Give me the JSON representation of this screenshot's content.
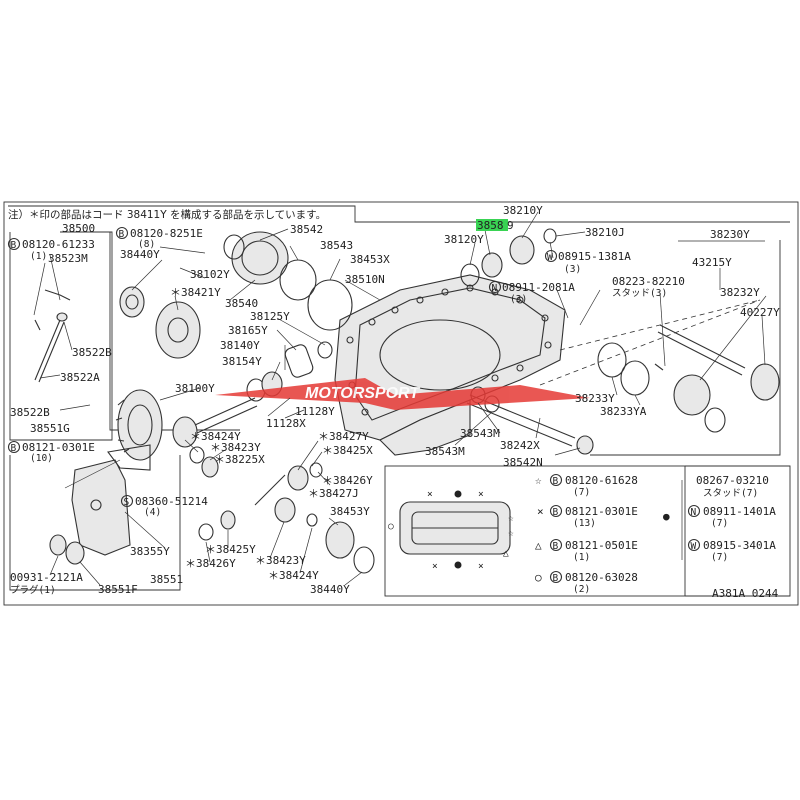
{
  "note": "注）＊印の部品はコード 38411Y を構成する部品を示しています。",
  "highlight_label": "3858",
  "diagram_code": "A381A 0244",
  "watermark": "MOTORSPORT",
  "labels": {
    "l38500": "38500",
    "l08120_61233": "08120-61233",
    "l08120_61233_q": "(1)",
    "l38523M": "38523M",
    "l38522B_a": "38522B",
    "l38522A": "38522A",
    "l38522B_b": "38522B",
    "l38551G": "38551G",
    "l08120_8251E": "08120-8251E",
    "l08120_8251E_q": "(8)",
    "l38440Y_top": "38440Y",
    "l38102Y": "38102Y",
    "l38421Y": "＊38421Y",
    "l38542": "38542",
    "l38543": "38543",
    "l38453X": "38453X",
    "l38510N": "38510N",
    "l38540": "38540",
    "l38125Y": "38125Y",
    "l38165Y": "38165Y",
    "l38140Y": "38140Y",
    "l38154Y": "38154Y",
    "l38100Y": "38100Y",
    "l11128Y": "11128Y",
    "l11128X": "11128X",
    "l38120Y": "38120Y",
    "l38210Y": "38210Y",
    "l38210J": "38210J",
    "l08915_1381A": "08915-1381A",
    "l08915_1381A_q": "(3)",
    "l08911_2081A": "08911-2081A",
    "l08911_2081A_q": "(3)",
    "l38230Y": "38230Y",
    "l43215Y": "43215Y",
    "l08223_82210": "08223-82210",
    "l08223_82210_q": "スタッド(3)",
    "l38232Y": "38232Y",
    "l40227Y": "40227Y",
    "l38233Y": "38233Y",
    "l38233YA": "38233YA",
    "l38543M_a": "38543M",
    "l38543M_b": "38543M",
    "l38242X": "38242X",
    "l38542N": "38542N",
    "l08121_0301E": "08121-0301E",
    "l08121_0301E_q": "(10)",
    "l38424Y_a": "＊38424Y",
    "l38423Y_a": "＊38423Y",
    "l38225X": "＊38225X",
    "l38427Y": "＊38427Y",
    "l38425X": "＊38425X",
    "l38426Y_a": "＊38426Y",
    "l38427J": "＊38427J",
    "l38453Y": "38453Y",
    "l08360_51214": "08360-51214",
    "l08360_51214_q": "(4)",
    "l38355Y": "38355Y",
    "l38425Y": "＊38425Y",
    "l38426Y_b": "＊38426Y",
    "l38423Y_b": "＊38423Y",
    "l38424Y_b": "＊38424Y",
    "l38440Y_bot": "38440Y",
    "l00931_2121A": "00931-2121A",
    "l00931_2121A_q": "プラグ(1)",
    "l38551F": "38551F",
    "l38551": "38551"
  },
  "legend": {
    "star_part": "08120-61628",
    "star_qty": "(7)",
    "x_part": "08121-0301E",
    "x_qty": "(13)",
    "tri_part": "08121-0501E",
    "tri_qty": "(1)",
    "circ_part": "08120-63028",
    "circ_qty": "(2)",
    "stud_part": "08267-03210",
    "stud_qty": "スタッド(7)",
    "n_part": "08911-1401A",
    "n_qty": "(7)",
    "w_part": "08915-3401A",
    "w_qty": "(7)"
  },
  "symbols": {
    "B": "B",
    "N": "N",
    "W": "W",
    "S": "S",
    "star": "☆",
    "x": "×",
    "tri": "△",
    "circ": "○",
    "dot": "●"
  },
  "colors": {
    "highlight": "#39d353",
    "watermark": "#e53935"
  }
}
